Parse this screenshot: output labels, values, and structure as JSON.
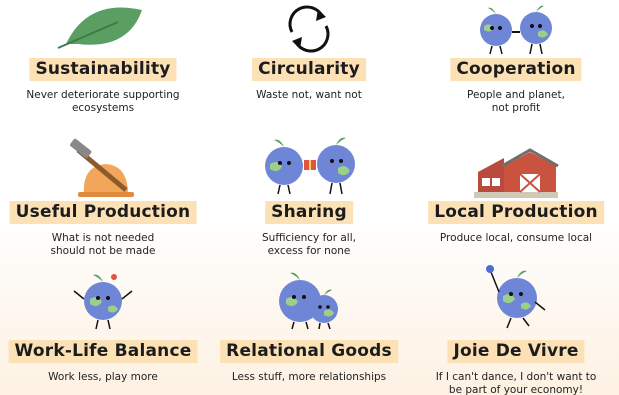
{
  "items": [
    {
      "title": "Sustainability",
      "desc": "Never deteriorate supporting\necosystems",
      "icon": "leaf-icon"
    },
    {
      "title": "Circularity",
      "desc": "Waste not, want not",
      "icon": "recycle-arrows-icon"
    },
    {
      "title": "Cooperation",
      "desc": "People and planet,\nnot profit",
      "icon": "two-planets-handshake-icon"
    },
    {
      "title": "Useful Production",
      "desc": "What is not needed\nshould not be made",
      "icon": "hammer-hardhat-icon"
    },
    {
      "title": "Sharing",
      "desc": "Sufficiency for all,\nexcess for none",
      "icon": "planets-gift-icon"
    },
    {
      "title": "Local Production",
      "desc": "Produce local, consume local",
      "icon": "farm-barn-icon"
    },
    {
      "title": "Work-Life Balance",
      "desc": "Work less, play more",
      "icon": "juggling-planet-icon"
    },
    {
      "title": "Relational Goods",
      "desc": "Less stuff, more relationships",
      "icon": "hugging-planets-icon"
    },
    {
      "title": "Joie De Vivre",
      "desc": "If I can't dance, I don't want to\nbe part of your economy!",
      "icon": "dancing-planet-icon"
    }
  ],
  "colors": {
    "title_highlight": "#fbe1b5",
    "planet_blue": "#6f86d6",
    "planet_green": "#9bcf8a",
    "leaf_green": "#5a9e62"
  }
}
